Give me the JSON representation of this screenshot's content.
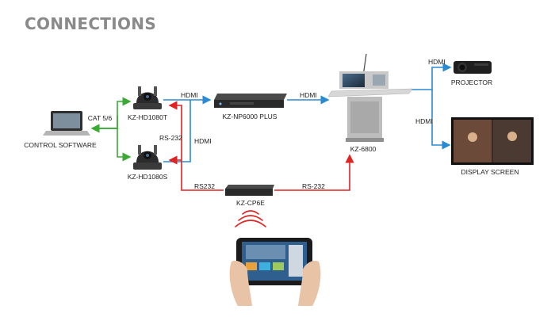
{
  "page": {
    "title": "CONNECTIONS"
  },
  "devices": {
    "control_software": "CONTROL SOFTWARE",
    "camera_top": "KZ-HD1080T",
    "camera_bottom": "KZ-HD1080S",
    "recorder": "KZ-NP6000 PLUS",
    "control_processor": "KZ-CP6E",
    "podium": "KZ-6800",
    "projector": "PROJECTOR",
    "display": "DISPLAY SCREEN"
  },
  "links": {
    "cat": "CAT 5/6",
    "hdmi_cam_top": "HDMI",
    "hdmi_cam_bottom": "HDMI",
    "hdmi_to_podium": "HDMI",
    "hdmi_to_projector": "HDMI",
    "hdmi_to_display": "HDMI",
    "rs232_cam": "RS-232",
    "rs232_cp": "RS232",
    "rs232_podium": "RS-232"
  },
  "colors": {
    "hdmi": "#2a8ad4",
    "cat": "#3aaa35",
    "rs232": "#e02424",
    "title": "#8a8a8a"
  }
}
